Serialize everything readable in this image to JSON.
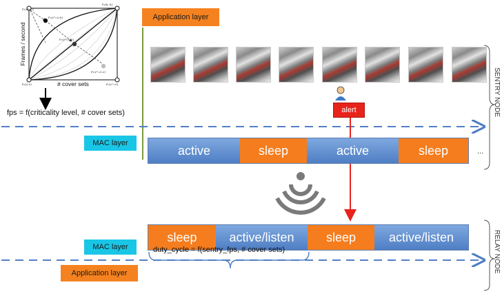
{
  "chart": {
    "ylabel": "Frames / second",
    "xlabel": "# cover sets",
    "points": {
      "top_left": "P₁(r°=1)",
      "top_right": "P₂(k, f₀)",
      "upper": "P₁(r°=0.8)",
      "middle": "P₁(r°=0.5)",
      "lower": "P₁(r°=0.2)",
      "bottom_left": "P₀(0,0)",
      "bottom_right": "P₀(r°=0)"
    }
  },
  "fps_formula": "fps = f(criticality level, # cover sets)",
  "sentry": {
    "app_layer_label": "Application layer",
    "photo_count": 8,
    "alert_label": "alert",
    "mac_layer_label": "MAC layer",
    "segments": [
      {
        "label": "active",
        "kind": "active"
      },
      {
        "label": "sleep",
        "kind": "sleep"
      },
      {
        "label": "active",
        "kind": "active"
      },
      {
        "label": "sleep",
        "kind": "sleep"
      }
    ],
    "ellipsis": "...",
    "node_label": "SENTRY NODE"
  },
  "relay": {
    "segments": [
      {
        "label": "sleep",
        "kind": "sleep"
      },
      {
        "label": "active/listen",
        "kind": "active"
      },
      {
        "label": "sleep",
        "kind": "sleep"
      },
      {
        "label": "active/listen",
        "kind": "active"
      }
    ],
    "mac_layer_label": "MAC layer",
    "app_layer_label": "Application layer",
    "duty_cycle_formula": "duty_cycle = f(sentry_fps, # cover sets)",
    "node_label": "RELAY NODE"
  },
  "colors": {
    "orange": "#f58220",
    "cyan": "#19c6e6",
    "blue": "#4f7ec4",
    "red": "#e8231b",
    "green": "#7a9a3a"
  }
}
